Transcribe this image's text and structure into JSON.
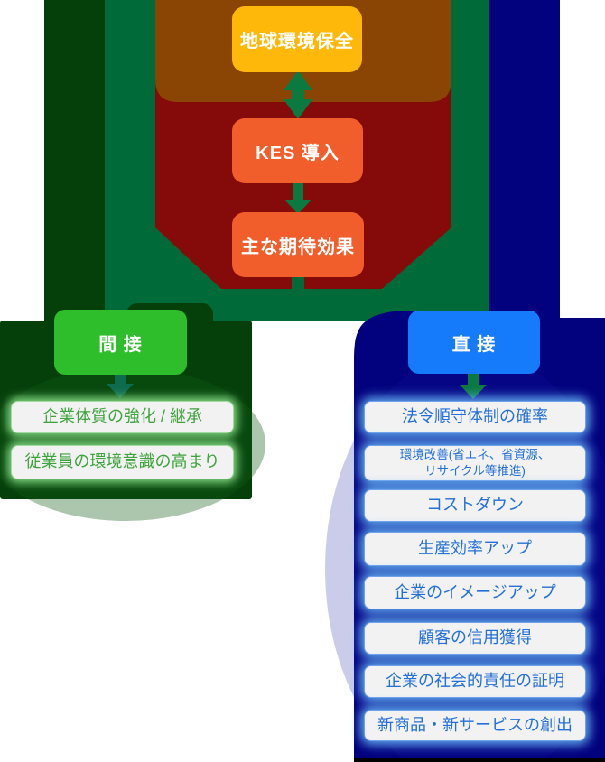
{
  "diagram": {
    "nodes": {
      "goal": "地球環境保全",
      "kes": "KES 導入",
      "effects": "主な期待効果",
      "indirect": "間 接",
      "direct": "直 接"
    },
    "indirect_items": [
      {
        "label": "企業体質の強化 / 継承"
      },
      {
        "label": "従業員の環境意識の高まり"
      }
    ],
    "direct_items": [
      {
        "label": "法令順守体制の確率"
      },
      {
        "label_line1": "環境改善(省エネ、省資源、",
        "label_line2": "リサイクル等推進)"
      },
      {
        "label": "コストダウン"
      },
      {
        "label": "生産効率アップ"
      },
      {
        "label": "企業のイメージアップ"
      },
      {
        "label": "顧客の信用獲得"
      },
      {
        "label": "企業の社会的責任の証明"
      },
      {
        "label": "新商品・新サービスの創出"
      }
    ],
    "colors": {
      "goal_box": "#fdb80a",
      "process_box": "#f15e2c",
      "indirect_box": "#2ebd2b",
      "direct_box": "#157bfa",
      "indirect_panel": "#05400a",
      "direct_panel": "#02017e",
      "flow_pipe_green": "#006b38",
      "top_region_brown": "#8a4505",
      "middle_region_red": "#850b0b",
      "arrow_green": "#0a7a40",
      "arrow_teal": "#0e6b4e",
      "indirect_item_text": "#3da33c",
      "direct_item_text": "#2470d8",
      "item_background": "#f2f2f2"
    }
  }
}
